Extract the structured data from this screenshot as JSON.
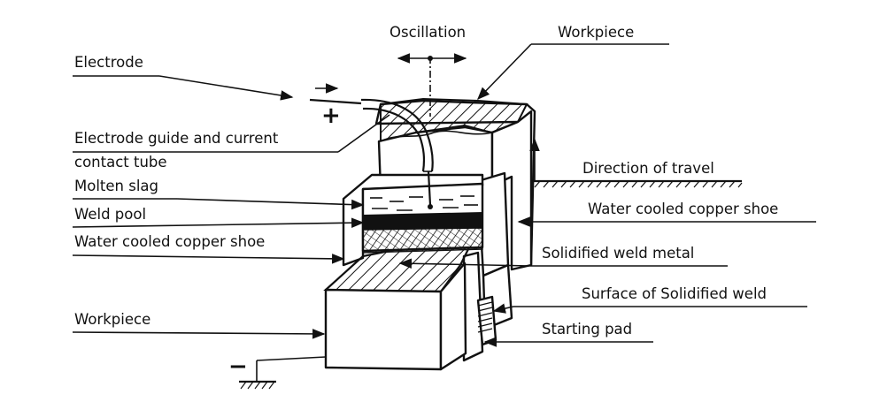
{
  "labels": {
    "oscillation": "Oscillation",
    "workpiece_top": "Workpiece",
    "electrode": "Electrode",
    "guide_line1": "Electrode guide and current",
    "guide_line2": "contact tube",
    "molten_slag": "Molten slag",
    "weld_pool": "Weld pool",
    "shoe_left": "Water cooled copper shoe",
    "workpiece_bottom": "Workpiece",
    "direction": "Direction of travel",
    "shoe_right": "Water cooled copper shoe",
    "solidified_metal": "Solidified weld metal",
    "surface_solidified": "Surface of Solidified weld",
    "starting_pad": "Starting pad"
  },
  "symbols": {
    "positive": "+",
    "negative": "−"
  }
}
